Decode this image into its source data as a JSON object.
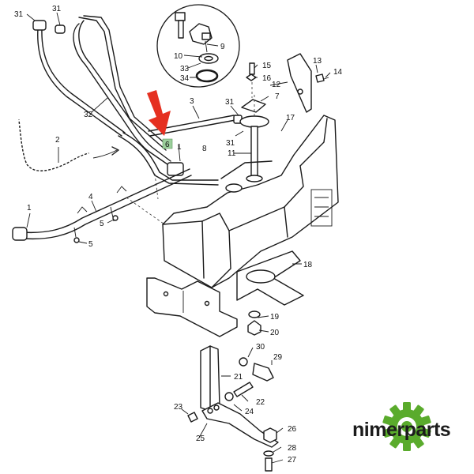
{
  "callouts": [
    {
      "id": "c31a",
      "text": "31"
    },
    {
      "id": "c31b",
      "text": "31"
    },
    {
      "id": "c32",
      "text": "32"
    },
    {
      "id": "c2",
      "text": "2"
    },
    {
      "id": "c3",
      "text": "3"
    },
    {
      "id": "c6",
      "text": "6"
    },
    {
      "id": "c1a",
      "text": "1"
    },
    {
      "id": "c8",
      "text": "8"
    },
    {
      "id": "c4",
      "text": "4"
    },
    {
      "id": "c1b",
      "text": "1"
    },
    {
      "id": "c5a",
      "text": "5"
    },
    {
      "id": "c5b",
      "text": "5"
    },
    {
      "id": "c9",
      "text": "9"
    },
    {
      "id": "c10",
      "text": "10"
    },
    {
      "id": "c33",
      "text": "33"
    },
    {
      "id": "c34",
      "text": "34"
    },
    {
      "id": "c15",
      "text": "15"
    },
    {
      "id": "c16",
      "text": "16"
    },
    {
      "id": "c12",
      "text": "12"
    },
    {
      "id": "c13",
      "text": "13"
    },
    {
      "id": "c14",
      "text": "14"
    },
    {
      "id": "c7",
      "text": "7"
    },
    {
      "id": "c31c",
      "text": "31"
    },
    {
      "id": "c31d",
      "text": "31"
    },
    {
      "id": "c17",
      "text": "17"
    },
    {
      "id": "c11",
      "text": "11"
    },
    {
      "id": "c18",
      "text": "18"
    },
    {
      "id": "c19",
      "text": "19"
    },
    {
      "id": "c20",
      "text": "20"
    },
    {
      "id": "c30",
      "text": "30"
    },
    {
      "id": "c29",
      "text": "29"
    },
    {
      "id": "c21",
      "text": "21"
    },
    {
      "id": "c22",
      "text": "22"
    },
    {
      "id": "c24",
      "text": "24"
    },
    {
      "id": "c23",
      "text": "23"
    },
    {
      "id": "c25",
      "text": "25"
    },
    {
      "id": "c26",
      "text": "26"
    },
    {
      "id": "c28",
      "text": "28"
    },
    {
      "id": "c27",
      "text": "27"
    }
  ],
  "highlight": {
    "part_number": "6",
    "color": "#9ccf9c"
  },
  "arrow": {
    "color": "#e53020"
  },
  "logo": {
    "text": "nimerparts",
    "gear_color": "#5aab2c",
    "text_color": "#1c1c1c"
  }
}
